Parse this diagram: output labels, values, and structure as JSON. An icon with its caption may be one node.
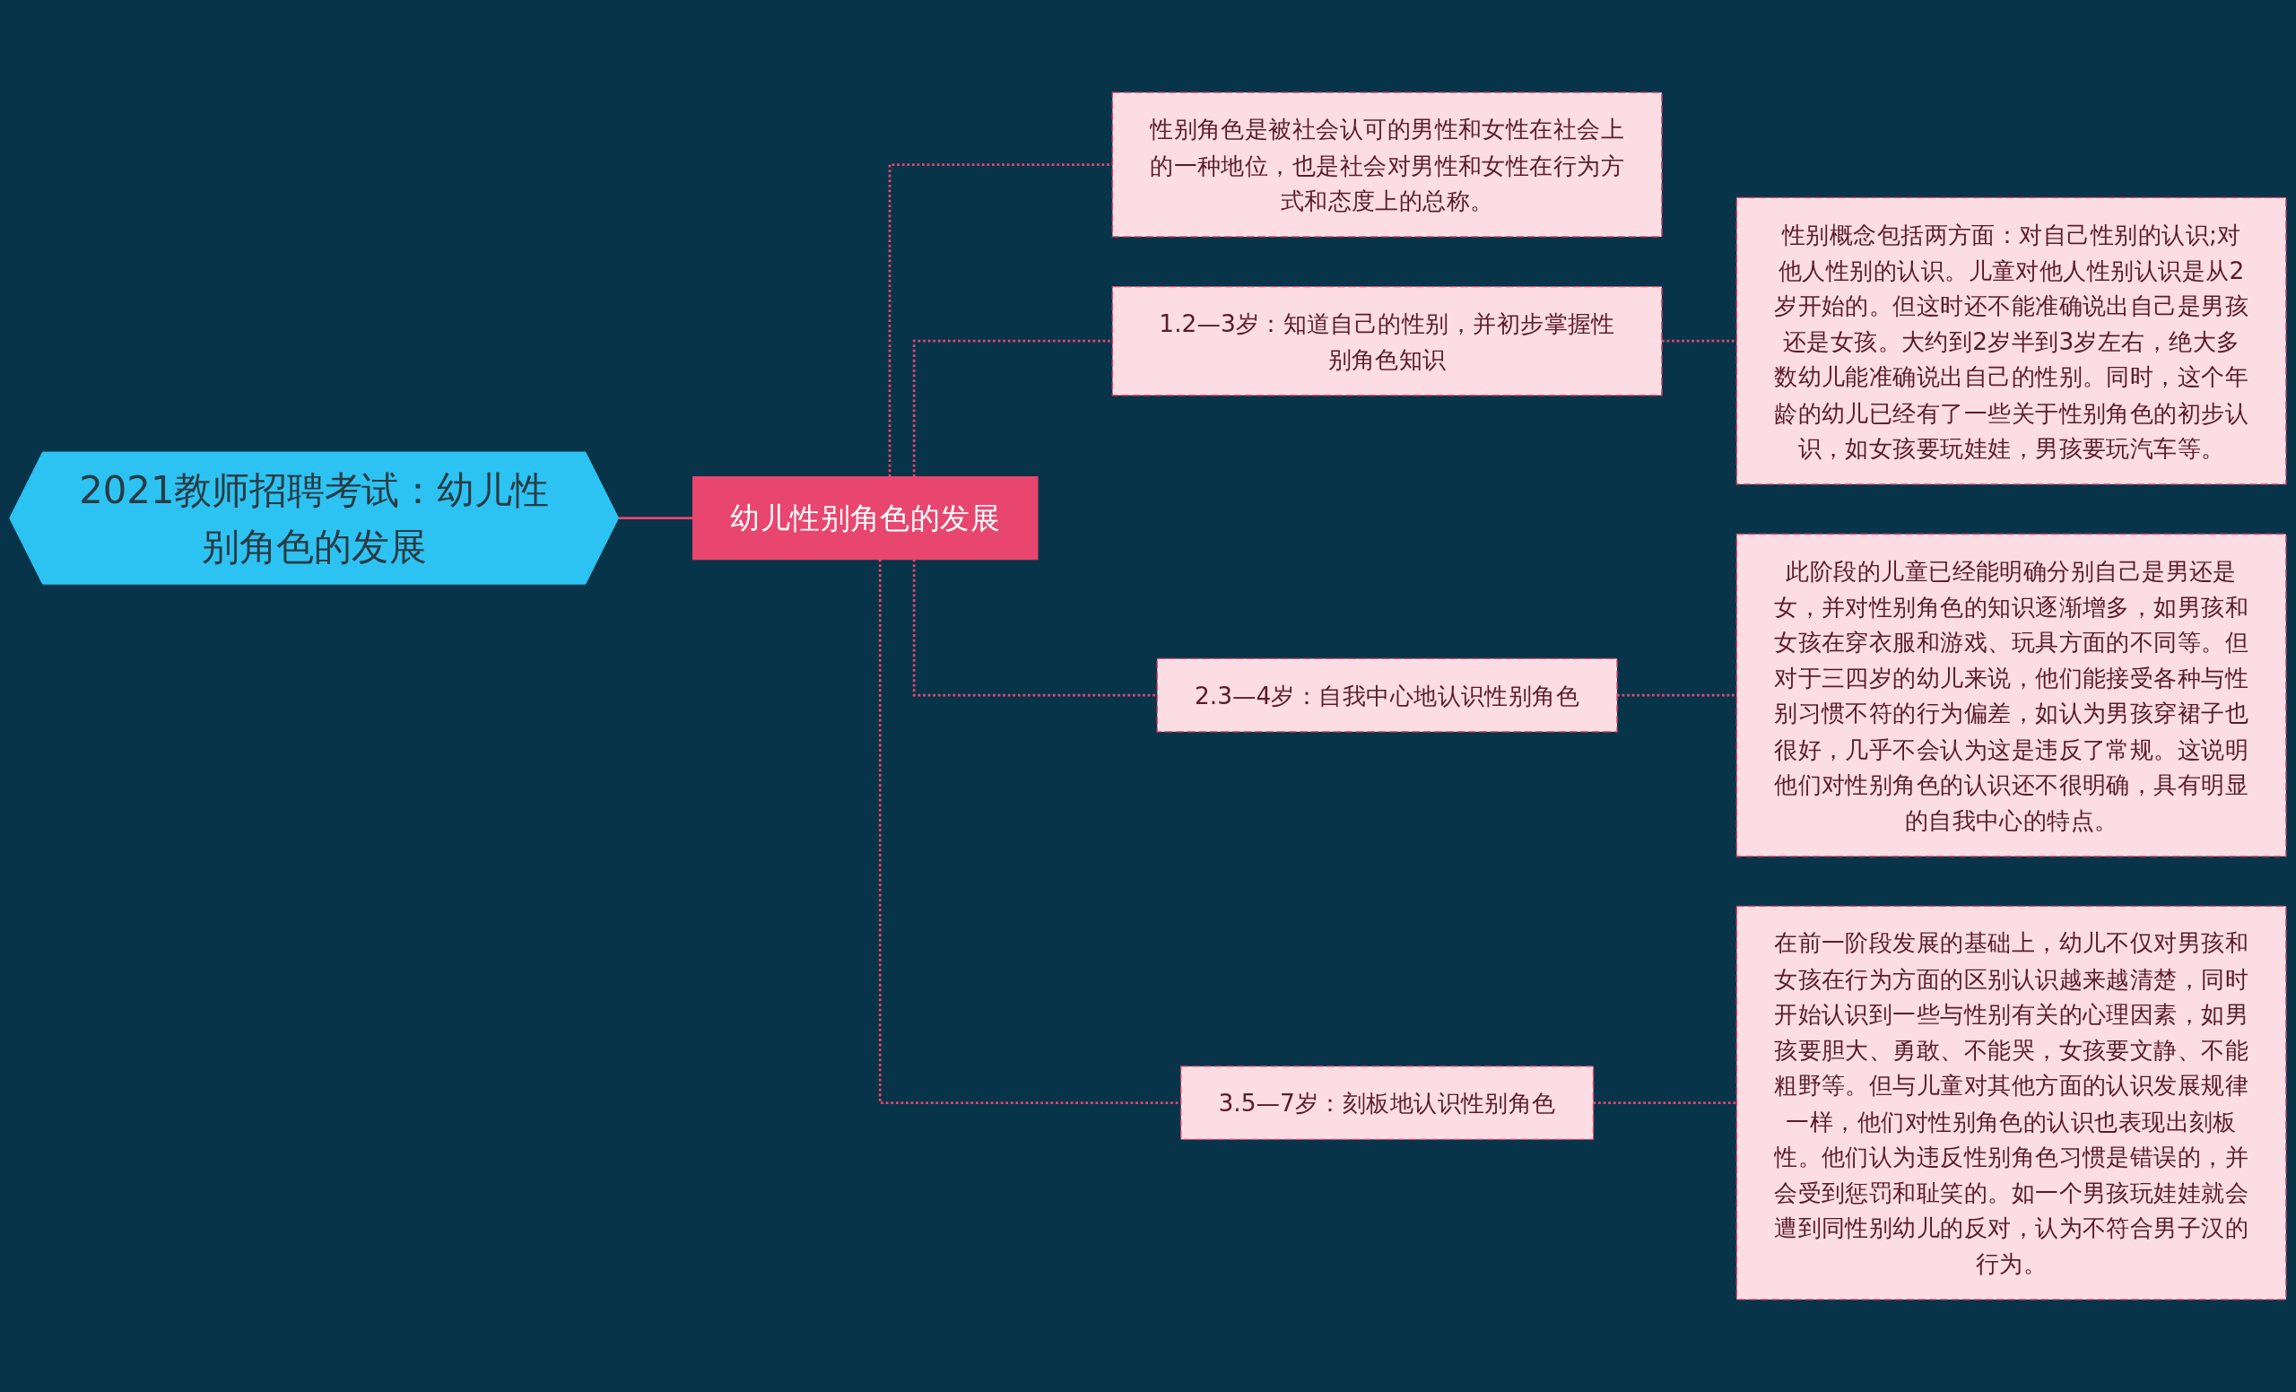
{
  "diagram": {
    "nodes": [
      {
        "text": [
          "2021教师招聘考试：幼儿性别角色的发展"
        ]
      },
      {
        "text": [
          "幼儿性别角色的发展"
        ]
      },
      {
        "text": [
          "性别角色是被社会认可的男性和女性在社会上的一种地位，也是社会对男性和女性在行为方式和态度上的总称。"
        ]
      },
      {
        "text": [
          "1.2—3岁：知道自己的性别，并初步掌握性别角色知识"
        ]
      },
      {
        "text": [
          "性别概念包括两方面：对自己性别的认识;对他人性别的认识。儿童对他人性别认识是从2岁开始的。但这时还不能准确说出自己是男孩还是女孩。大约到2岁半到3岁左右，绝大多数幼儿能准确说出自己的性别。同时，这个年龄的幼儿已经有了一些关于性别角色的初步认识，如女孩要玩娃娃，男孩要玩汽车等。"
        ]
      },
      {
        "text": [
          "2.3—4岁：自我中心地认识性别角色"
        ]
      },
      {
        "text": [
          "此阶段的儿童已经能明确分别自己是男还是女，并对性别角色的知识逐渐增多，如男孩和女孩在穿衣服和游戏、玩具方面的不同等。但对于三四岁的幼儿来说，他们能接受各种与性别习惯不符的行为偏差，如认为男孩穿裙子也很好，几乎不会认为这是违反了常规。这说明他们对性别角色的认识还不很明确，具有明显的自我中心的特点。"
        ]
      },
      {
        "text": [
          "3.5—7岁：刻板地认识性别角色"
        ]
      },
      {
        "text": [
          "在前一阶段发展的基础上，幼儿不仅对男孩和女孩在行为方面的区别认识越来越清楚，同时开始认识到一些与性别有关的心理因素，如男孩要胆大、勇敢、不能哭，女孩要文静、不能粗野等。但与儿童对其他方面的认识发展规律一样，他们对性别角色的认识也表现出刻板性。他们认为违反性别角色习惯是错误的，并会受到惩罚和耻笑的。如一个男孩玩娃娃就会遭到同性别幼儿的反对，认为不符合男子汉的行为。"
        ]
      }
    ],
    "edges": [
      {
        "from": 0,
        "to": 1,
        "arrow": "none"
      },
      {
        "from": 1,
        "to": 2,
        "arrow": "none",
        "style": "dashed"
      },
      {
        "from": 1,
        "to": 3,
        "arrow": "none",
        "style": "dashed"
      },
      {
        "from": 3,
        "to": 4,
        "arrow": "none",
        "style": "dashed"
      },
      {
        "from": 1,
        "to": 5,
        "arrow": "none",
        "style": "dashed"
      },
      {
        "from": 5,
        "to": 6,
        "arrow": "none",
        "style": "dashed"
      },
      {
        "from": 1,
        "to": 7,
        "arrow": "none",
        "style": "dashed"
      },
      {
        "from": 7,
        "to": 8,
        "arrow": "none",
        "style": "dashed"
      }
    ]
  }
}
